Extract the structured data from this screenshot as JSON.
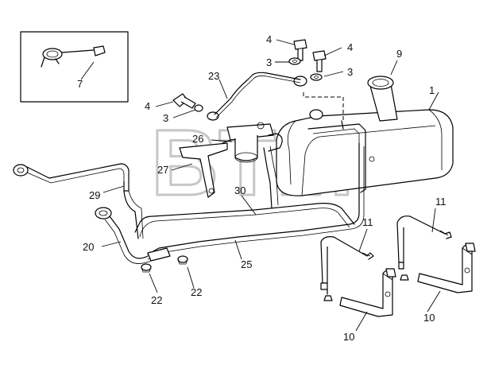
{
  "watermark": {
    "text": "BTM",
    "registered_mark": "®"
  },
  "callouts": {
    "c1": "1",
    "c3a": "3",
    "c3b": "3",
    "c3c": "3",
    "c4a": "4",
    "c4b": "4",
    "c4c": "4",
    "c7": "7",
    "c9": "9",
    "c10a": "10",
    "c10b": "10",
    "c11a": "11",
    "c11b": "11",
    "c20": "20",
    "c22a": "22",
    "c22b": "22",
    "c23": "23",
    "c25": "25",
    "c26": "26",
    "c27": "27",
    "c29": "29",
    "c30": "30"
  }
}
